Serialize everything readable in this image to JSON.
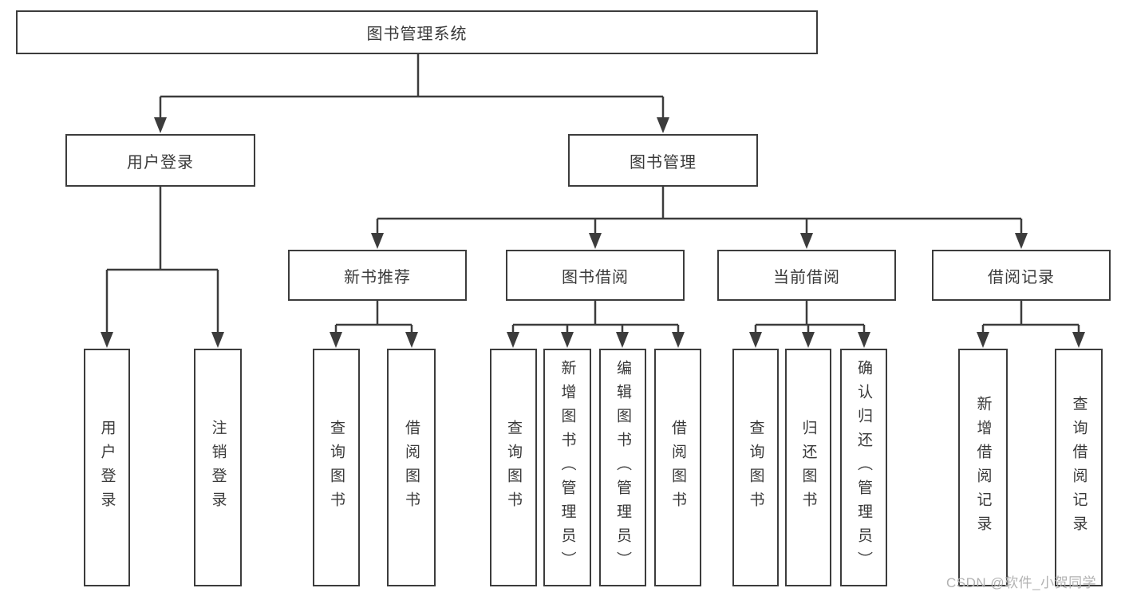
{
  "watermark": "CSDN @软件_小贺同学",
  "colors": {
    "line": "#3c3c3c",
    "text": "#3a3a3a",
    "box_background": "#ffffff",
    "watermark": "#b2b2b2"
  },
  "nodes": {
    "root": {
      "label": "图书管理系统"
    },
    "user_login": {
      "label": "用户登录"
    },
    "book_mgmt": {
      "label": "图书管理"
    },
    "l3": [
      {
        "label": "新书推荐"
      },
      {
        "label": "图书借阅"
      },
      {
        "label": "当前借阅"
      },
      {
        "label": "借阅记录"
      }
    ],
    "leaves": [
      {
        "label": "用户登录"
      },
      {
        "label": "注销登录"
      },
      {
        "label": "查询图书"
      },
      {
        "label": "借阅图书"
      },
      {
        "label": "查询图书"
      },
      {
        "label": "新增图书（管理员）"
      },
      {
        "label": "编辑图书（管理员）"
      },
      {
        "label": "借阅图书"
      },
      {
        "label": "查询图书"
      },
      {
        "label": "归还图书"
      },
      {
        "label": "确认归还（管理员）"
      },
      {
        "label": "新增借阅记录"
      },
      {
        "label": "查询借阅记录"
      }
    ]
  }
}
